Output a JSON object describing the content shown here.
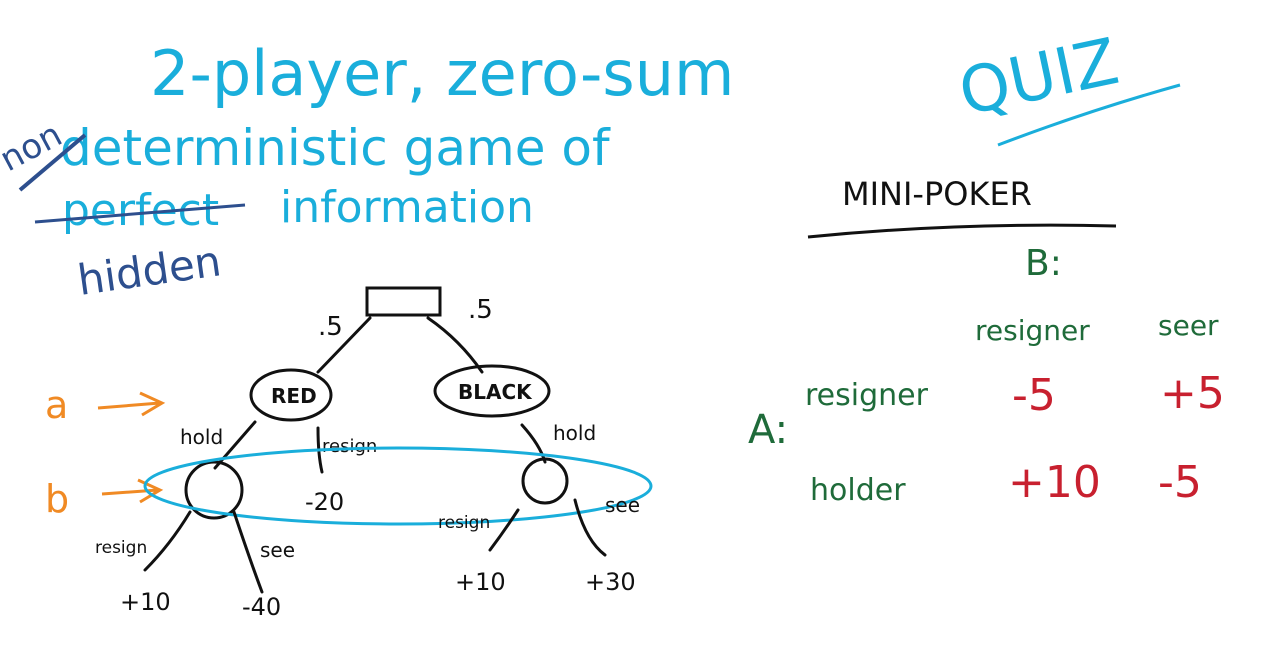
{
  "title": {
    "line1": "2-player, zero-sum",
    "non": "non",
    "line2": "deterministic game of",
    "perfect": "perfect",
    "information": "information",
    "hidden": "hidden"
  },
  "tree": {
    "prob_left": ".5",
    "prob_right": ".5",
    "red": "RED",
    "black": "BLACK",
    "marker_a": "a",
    "marker_b": "b",
    "hold_left": "hold",
    "resign_left": "resign",
    "value_red_resign": "-20",
    "hold_right": "hold",
    "b_left_resign": "resign",
    "b_left_see": "see",
    "b_right_resign": "resign",
    "b_right_see": "see",
    "leaf1": "+10",
    "leaf2": "-40",
    "leaf3": "+10",
    "leaf4": "+30"
  },
  "quiz": {
    "title": "QUIZ",
    "game": "MINI-POKER",
    "player_b": "B:",
    "player_a": "A:",
    "col_headers": [
      "resigner",
      "seer"
    ],
    "rows": [
      {
        "label": "resigner",
        "values": [
          "-5",
          "+5"
        ]
      },
      {
        "label": "holder",
        "values": [
          "+10",
          "-5"
        ]
      }
    ]
  }
}
